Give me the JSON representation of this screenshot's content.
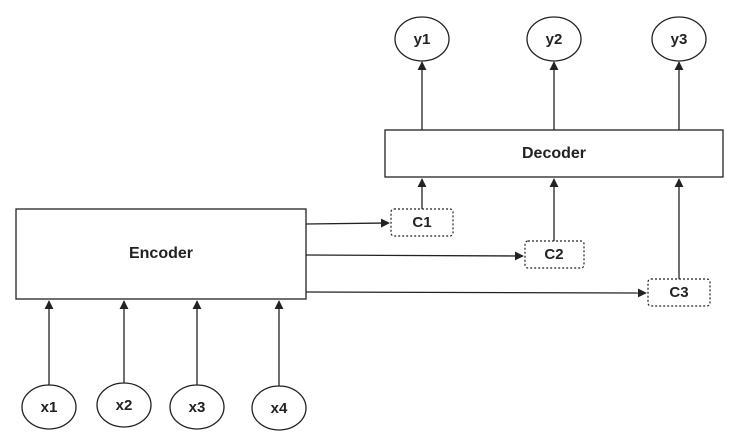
{
  "diagram": {
    "encoder": {
      "label": "Encoder"
    },
    "decoder": {
      "label": "Decoder"
    },
    "inputs": [
      {
        "label": "x1"
      },
      {
        "label": "x2"
      },
      {
        "label": "x3"
      },
      {
        "label": "x4"
      }
    ],
    "contexts": [
      {
        "label": "C1"
      },
      {
        "label": "C2"
      },
      {
        "label": "C3"
      }
    ],
    "outputs": [
      {
        "label": "y1"
      },
      {
        "label": "y2"
      },
      {
        "label": "y3"
      }
    ],
    "colors": {
      "stroke": "#222222",
      "fill": "#ffffff"
    }
  }
}
